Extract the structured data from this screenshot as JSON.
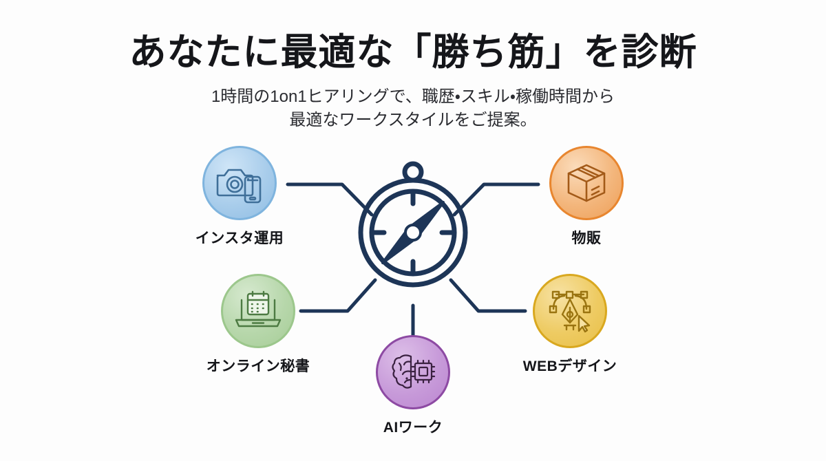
{
  "slide": {
    "background_color": "#fdfdfd",
    "title": "あなたに最適な「勝ち筋」を診断",
    "subtitle_line1": "1時間の1on1ヒアリングで、職歴・スキル・稼働時間から",
    "subtitle_line2": "最適なワークスタイルをご提案。"
  },
  "center": {
    "icon": "compass-icon",
    "color": "#1d3557"
  },
  "connector": {
    "color": "#1d3557",
    "width": 5
  },
  "nodes": [
    {
      "id": "insta",
      "label": "インスタ運用",
      "icon": "camera-smartphone-icon",
      "circle_color": "#a9cdeb",
      "border_color": "#7fb4de",
      "icon_color": "#3f6f99"
    },
    {
      "id": "ec",
      "label": "物販",
      "icon": "package-box-icon",
      "circle_color": "#f3b67c",
      "border_color": "#e8862f",
      "icon_color": "#a35a18"
    },
    {
      "id": "secretary",
      "label": "オンライン秘書",
      "icon": "laptop-calendar-icon",
      "circle_color": "#b7d7ab",
      "border_color": "#9cc78c",
      "icon_color": "#4c7a42"
    },
    {
      "id": "web",
      "label": "WEBデザイン",
      "icon": "pen-tool-cursor-icon",
      "circle_color": "#eecb63",
      "border_color": "#d9a81f",
      "icon_color": "#9a7410"
    },
    {
      "id": "ai",
      "label": "AIワーク",
      "icon": "brain-chip-icon",
      "circle_color": "#c79ad9",
      "border_color": "#8d4aa3",
      "icon_color": "#3a2140"
    }
  ]
}
